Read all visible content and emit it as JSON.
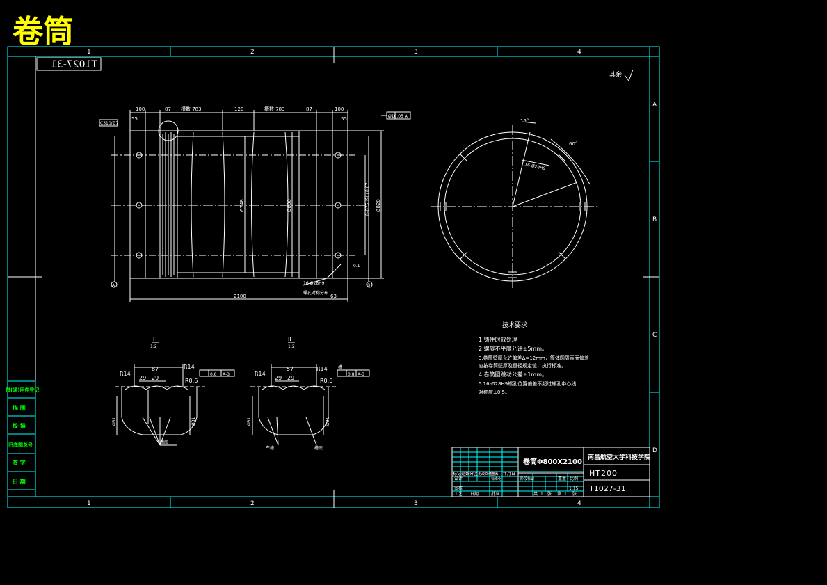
{
  "header_title": "卷筒",
  "drawing_number_mirrored": "T1027-31",
  "zone_columns": [
    "1",
    "2",
    "3",
    "4"
  ],
  "zone_rows": [
    "A",
    "B",
    "C",
    "D"
  ],
  "roughness_note": "其余",
  "front_view": {
    "top_dims": [
      "100",
      "87",
      "槽数 783",
      "120",
      "槽数 783",
      "87",
      "100"
    ],
    "dim_55_left": "55",
    "dim_55_right": "55",
    "datum_box_left": "C310/Ø7",
    "tol_box_top": "Ø10.05 A",
    "dia_748": "Ø748",
    "dia_800": "Ø800",
    "dia_820": "Ø820",
    "holes_note": "8-Ø75H9(+0.07)",
    "overall_length": "2100",
    "hole_note_bottom": "16-Ø28H9",
    "hole_note_bottom2": "螺孔对称分布",
    "dim_63": "63",
    "datum_a": "A",
    "datum_b": "B",
    "flatness": "0.1"
  },
  "side_view": {
    "angle_15": "15°",
    "angle_60": "60°",
    "hole_label": "16-Ø28H9"
  },
  "detail_1": {
    "title": "I",
    "scale": "1:2",
    "r14_left": "R14",
    "r14_right": "R14",
    "width": "87",
    "dims": [
      "29",
      "29"
    ],
    "r06": "R0.6",
    "tol": "0.8",
    "tol_ref": "A-B",
    "height_left": "Ø31",
    "height_right": "Ø31",
    "leader": "槽底"
  },
  "detail_2": {
    "title": "II",
    "scale": "1:2",
    "r14_left": "R14",
    "r14_right": "R14",
    "width": "57",
    "dims": [
      "29",
      "29"
    ],
    "r06": "R0.6",
    "tol": "0.8",
    "tol_ref": "A-B",
    "note_top": "槽",
    "height_left": "Ø31",
    "height_right": "Ø31",
    "leader_left": "车槽",
    "leader_right": "槽底"
  },
  "tech_requirements": {
    "title": "技术要求",
    "items": [
      "1.铸件时效处理",
      "2.螺旋不平度允许±5mm。",
      "3.卷筒壁厚允许偏差Δ=12mm，筒体圆周表面偏差",
      "  应按卷筒壁厚及直径规定值，执行标准。",
      "4.卷筒圆跳动公差±1mm。",
      "5.16-Ø28H9螺孔位置偏差不超过螺孔中心线",
      "  对称度±0.5。"
    ]
  },
  "side_labels": [
    "借(通)用件登记",
    "描 图",
    "校 描",
    "旧底图总号",
    "签 字",
    "日 期"
  ],
  "title_block": {
    "part_name": "卷筒Φ800X2100",
    "school": "南昌航空大学科技学院",
    "material": "HT200",
    "drawing_no": "T1027-31",
    "rev_headers": [
      "标记",
      "处数",
      "分区",
      "更改文件号",
      "签名",
      "年月日"
    ],
    "design_row": [
      "设计",
      "",
      "标准化"
    ],
    "stage_headers": [
      "阶段标记",
      "重量",
      "比例"
    ],
    "scale": "1:15",
    "review_label": "审核",
    "process_label": "工艺",
    "approve_label": "批准",
    "date_text": "日期",
    "sheet_info": [
      "共",
      "1",
      "张",
      "第",
      "1",
      "张"
    ]
  }
}
